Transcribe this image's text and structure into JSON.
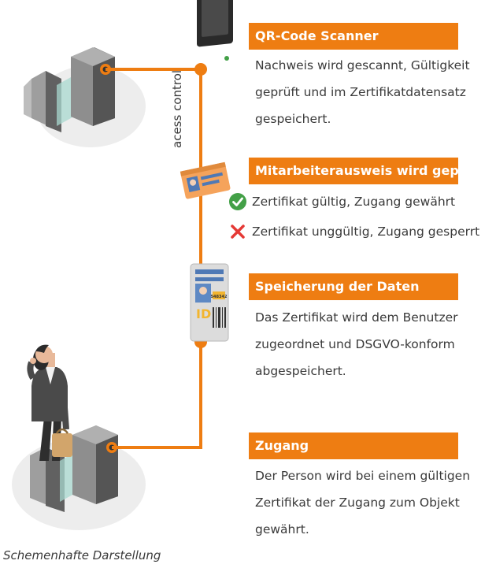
{
  "side_label": "acess control",
  "caption": "Schemenhafte Darstellung",
  "sections": [
    {
      "title": "QR-Code Scanner",
      "lines": [
        "Nachweis wird gescannt, Gültigkeit",
        "geprüft und im Zertifikatdatensatz",
        "gespeichert."
      ]
    },
    {
      "title": "Mitarbeiterausweis wird geprüft",
      "status": [
        {
          "icon": "check-icon",
          "text": "Zertifikat gültig, Zugang gewährt",
          "color": "#43a047"
        },
        {
          "icon": "cross-icon",
          "text": "Zertifikat unggültig, Zugang gesperrt",
          "color": "#e53935"
        }
      ]
    },
    {
      "title": "Speicherung der Daten",
      "lines": [
        "Das Zertifikat wird dem Benutzer",
        "zugeordnet und DSGVO-konform",
        "abgespeichert."
      ]
    },
    {
      "title": "Zugang",
      "lines": [
        "Der Person wird bei einem gültigen",
        "Zertifikat der Zugang zum Objekt",
        "gewährt."
      ]
    }
  ],
  "badge": {
    "id_text": "ID",
    "number": "548342"
  },
  "colors": {
    "accent": "#ee7d12",
    "text": "#3a3a3a"
  }
}
